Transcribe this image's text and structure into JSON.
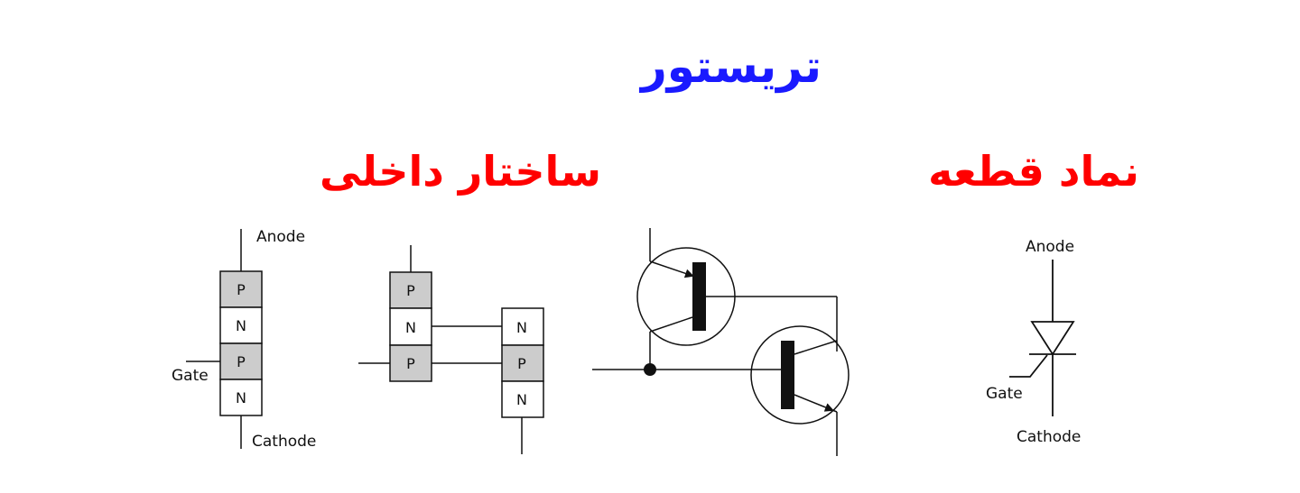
{
  "title": "تریستور",
  "headings": {
    "internal_structure": "ساختار داخلی",
    "device_symbol": "نماد قطعه"
  },
  "structure_stack": {
    "anode_label": "Anode",
    "gate_label": "Gate",
    "cathode_label": "Cathode",
    "layers": [
      "P",
      "N",
      "P",
      "N"
    ]
  },
  "split_structure": {
    "left_layers": [
      "P",
      "N",
      "P"
    ],
    "right_layers": [
      "N",
      "P",
      "N"
    ]
  },
  "symbol": {
    "anode_label": "Anode",
    "gate_label": "Gate",
    "cathode_label": "Cathode"
  },
  "colors": {
    "title": "#1a1aff",
    "headings": "#ff0000",
    "p_layer": "#cccccc",
    "n_layer": "#ffffff",
    "line": "#111111"
  }
}
